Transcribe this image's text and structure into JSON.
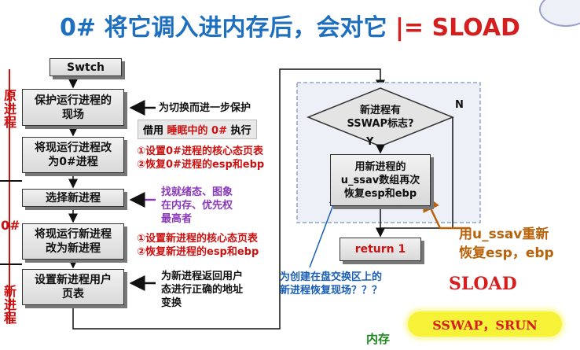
{
  "title": {
    "prefix": "0# 将它调入进内存后，会对它 ",
    "highlight": "|= SLOAD"
  },
  "side_labels": {
    "original": "原\n进\n程",
    "zero": "0#",
    "new": "新\n进\n程"
  },
  "flow": {
    "start": "Swtch",
    "s1": "保护运行进程的\n现场",
    "s2": "将现运行进程改\n为0#进程",
    "s3": "选择新进程",
    "s4": "将现运行新进程\n改为新进程",
    "s5": "设置新进程用户\n页表"
  },
  "annotations": {
    "a1": "为切换而进一步保护",
    "a2_prefix": "借用 ",
    "a2_red": "睡眠中的 0#",
    "a2_suffix": " 执行",
    "a3": "①设置0#进程的核心态页表\n②恢复0#进程的esp和ebp",
    "a4": "找就绪态、图象\n在内存、优先权\n最高者",
    "a5": "①设置新进程的核心态页表\n②恢复新进程的esp和ebp",
    "a6": "为新进程返回用户\n态进行正确的地址\n变换"
  },
  "right": {
    "decision": "新进程有\nSSWAP标志?",
    "yes": "Y",
    "no": "N",
    "restore": "用新进程的\nu_ssav数组再次\n恢复esp和ebp",
    "return": "return 1",
    "blue_note": "为创建在盘交换区上的\n新进程恢复现场？？？",
    "orange_note": "用u_ssav重新\n恢复esp，ebp",
    "sload": "SLOAD",
    "badge": "SSWAP，SRUN",
    "memory": "内存"
  },
  "colors": {
    "title_blue": "#1f6fbf",
    "red": "#cc1111",
    "purple": "#8a3ab9",
    "blue": "#1a5fb4",
    "orange": "#b8630b",
    "green": "#1e8a1e",
    "badge": "#f5f238"
  }
}
